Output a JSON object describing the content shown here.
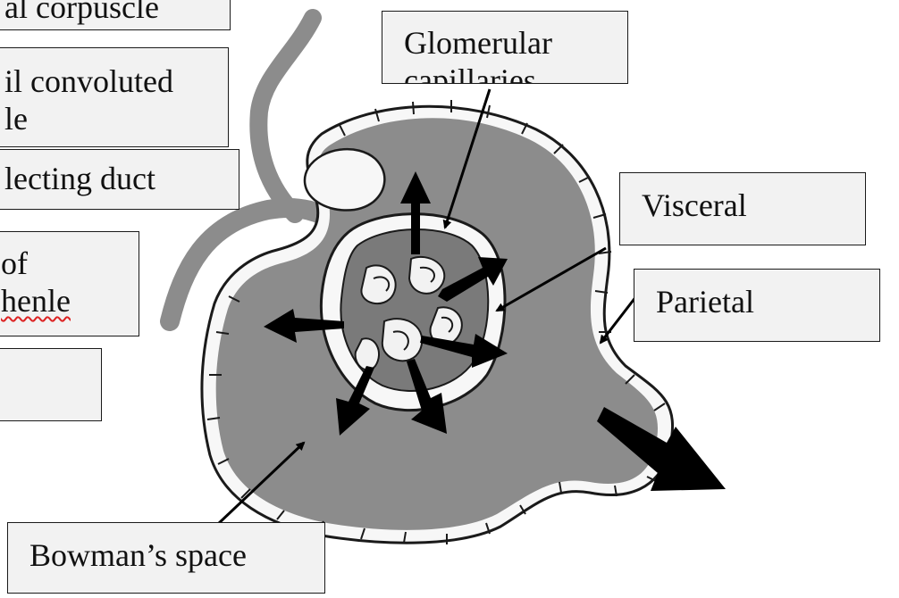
{
  "labels": {
    "renal_corpuscle": "al corpuscle",
    "proximal_line1": "il convoluted",
    "proximal_line2": "le",
    "collecting_duct": "lecting duct",
    "loop_prefix": "of ",
    "loop_word": "henle",
    "empty_box": "",
    "glomerular_line1": "Glomerular",
    "glomerular_line2": "capillaries",
    "visceral": "Visceral",
    "parietal": "Parietal",
    "bowmans_space": "Bowman’s space"
  },
  "colors": {
    "capsule_fill": "#8c8c8c",
    "capsule_dark": "#7a7a7a",
    "outline": "#1a1a1a",
    "box_fill": "#f2f2f2",
    "arrow": "#000000",
    "spellcheck_underline": "#dd2222"
  }
}
